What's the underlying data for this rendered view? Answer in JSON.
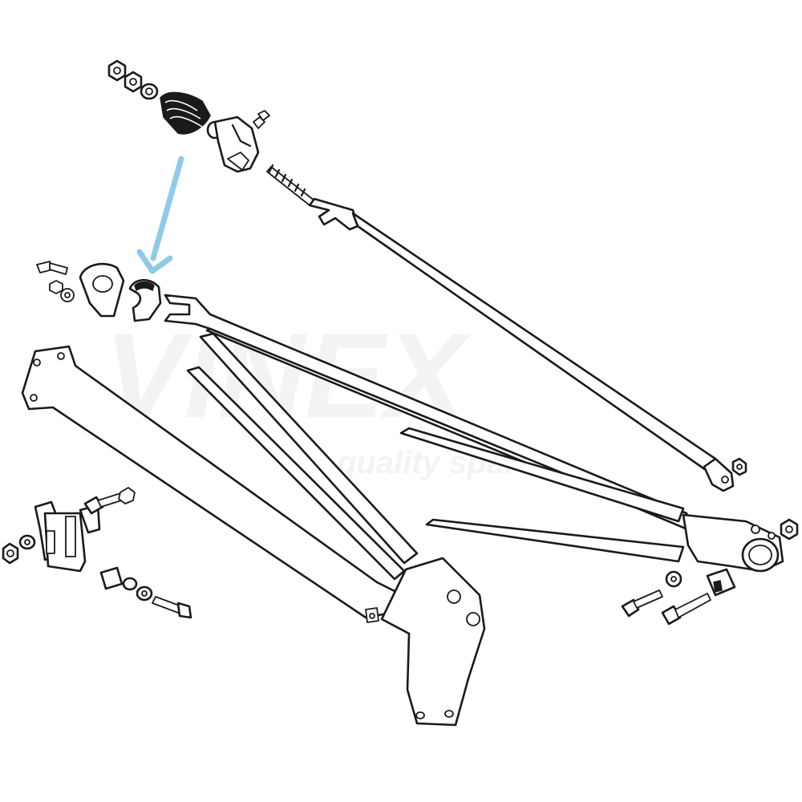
{
  "diagram": {
    "type": "exploded parts drawing",
    "subject": "rear suspension radius arm and frame members",
    "highlighted_part": "split bush half-shell",
    "highlight_arrow_color": "#8fcbe9",
    "line_color": "#1a1a1a",
    "background_color": "#ffffff"
  },
  "watermark": {
    "logo_text": "VINEX",
    "subtitle_text": "quality spares",
    "color": "#f3f3f3"
  }
}
